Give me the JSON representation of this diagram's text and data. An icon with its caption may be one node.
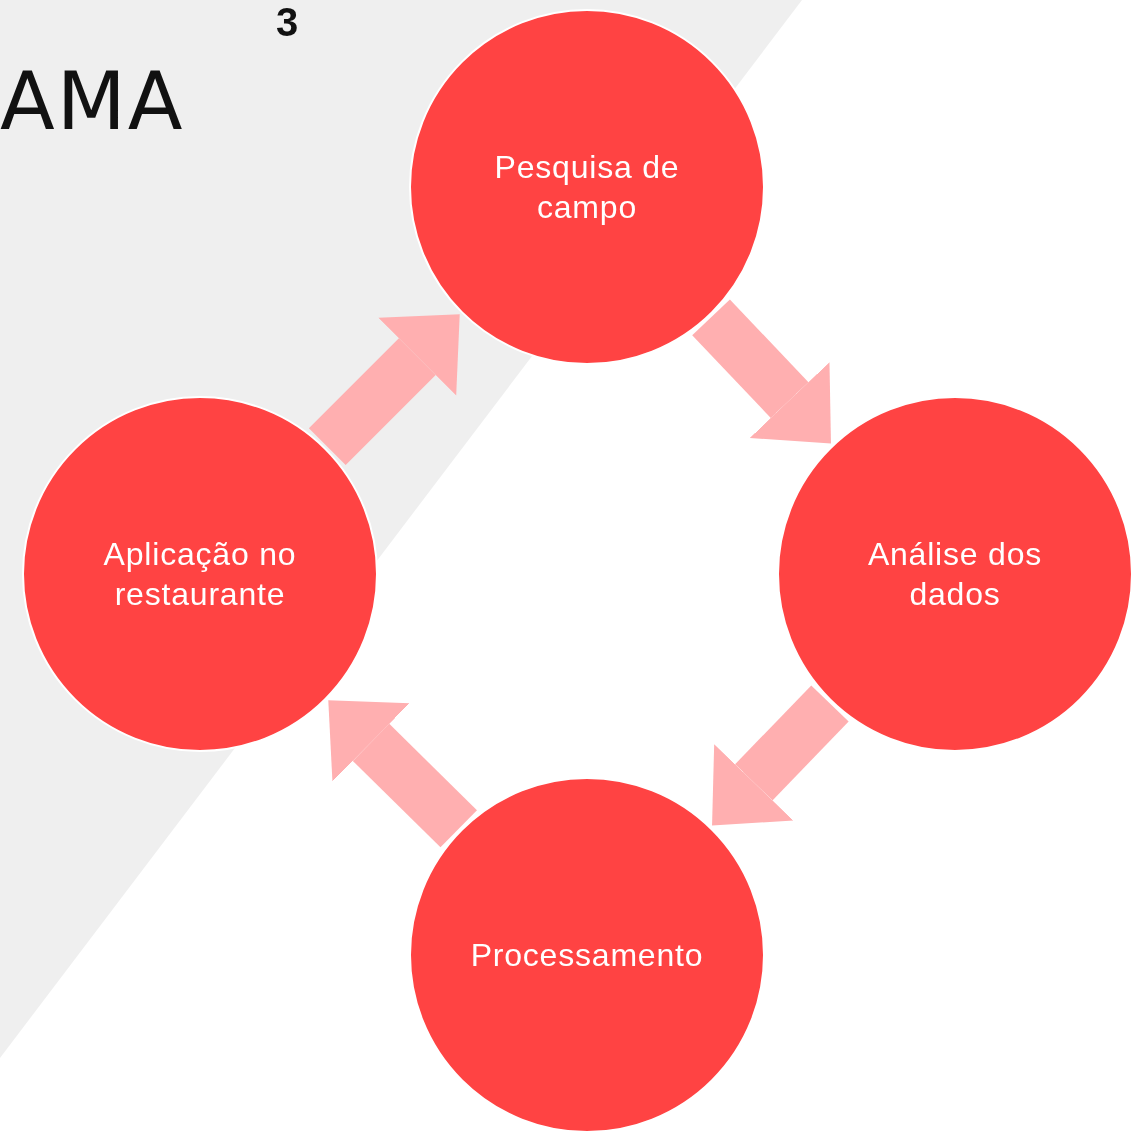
{
  "diagram": {
    "nodes": [
      {
        "text": [
          "Pesquisa de campo"
        ]
      },
      {
        "text": [
          "Análise dos dados"
        ]
      },
      {
        "text": [
          "Processamento"
        ]
      },
      {
        "text": [
          "Aplicação no restaurante"
        ]
      }
    ],
    "edges": [
      {
        "from": 0,
        "to": 1,
        "arrow": "to"
      },
      {
        "from": 1,
        "to": 2,
        "arrow": "to"
      },
      {
        "from": 2,
        "to": 3,
        "arrow": "to"
      },
      {
        "from": 3,
        "to": 0,
        "arrow": "to"
      }
    ],
    "labels": [
      "3",
      "AMA"
    ]
  }
}
